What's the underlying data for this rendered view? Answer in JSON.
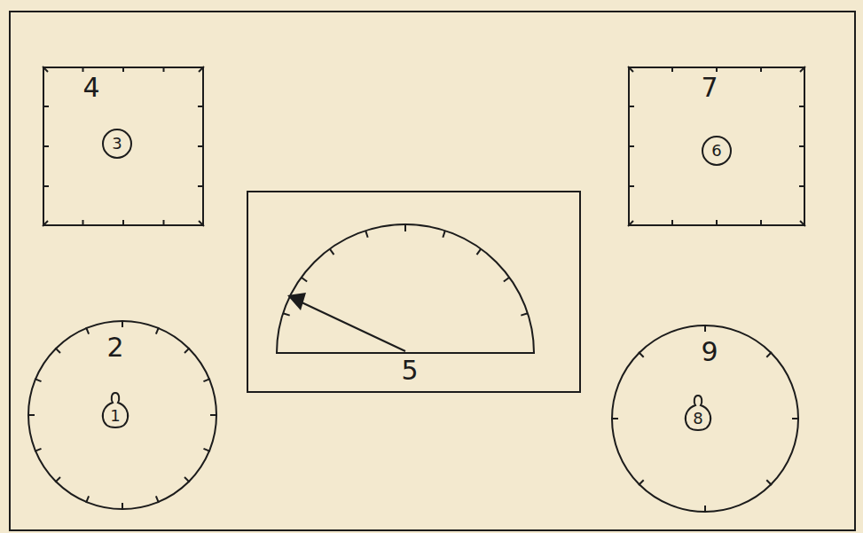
{
  "diagram": {
    "nodes": [
      {
        "text": [
          "4"
        ]
      },
      {
        "text": [
          "3"
        ],
        "in": 0
      },
      {
        "text": [
          "7"
        ]
      },
      {
        "text": [
          "6"
        ],
        "in": 2
      },
      {
        "text": [
          "5"
        ]
      },
      {
        "text": [
          "2"
        ]
      },
      {
        "text": [
          "1"
        ],
        "in": 5
      },
      {
        "text": [
          "9"
        ]
      },
      {
        "text": [
          "8"
        ],
        "in": 7
      }
    ]
  }
}
